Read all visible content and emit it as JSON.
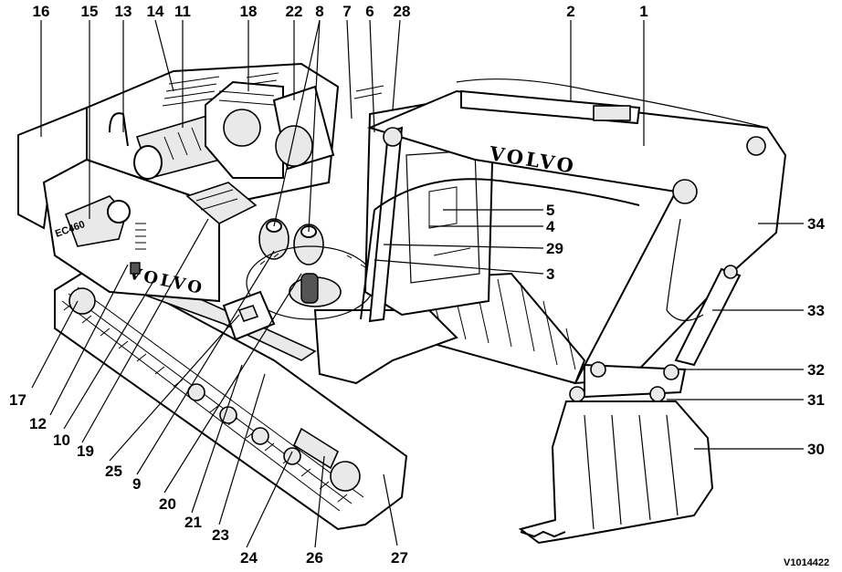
{
  "image_code": "V1014422",
  "brand_marks": {
    "boom": "VOLVO",
    "counterweight": "VOLVO"
  },
  "callouts": {
    "c1": "1",
    "c2": "2",
    "c3": "3",
    "c4": "4",
    "c5": "5",
    "c6": "6",
    "c7": "7",
    "c8": "8",
    "c9": "9",
    "c10": "10",
    "c11": "11",
    "c12": "12",
    "c13": "13",
    "c14": "14",
    "c15": "15",
    "c16": "16",
    "c17": "17",
    "c18": "18",
    "c19": "19",
    "c20": "20",
    "c21": "21",
    "c22": "22",
    "c23": "23",
    "c24": "24",
    "c25": "25",
    "c26": "26",
    "c27": "27",
    "c28": "28",
    "c29": "29",
    "c30": "30",
    "c31": "31",
    "c32": "32",
    "c33": "33",
    "c34": "34"
  }
}
